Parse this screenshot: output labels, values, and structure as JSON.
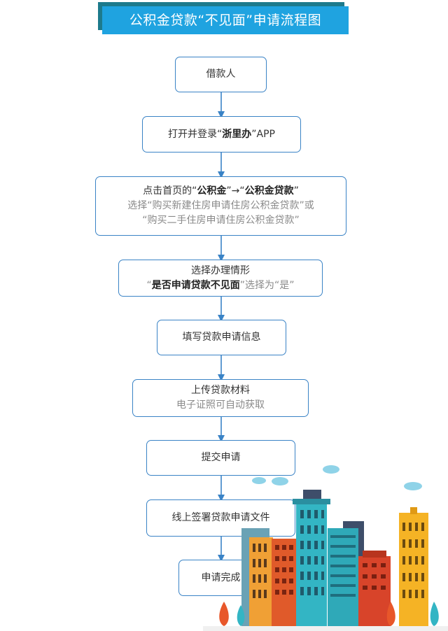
{
  "title": "公积金贷款“不见面”申请流程图",
  "steps": [
    {
      "line1": "借款人"
    },
    {
      "line1_pre": "打开并登录“",
      "line1_bold": "浙里办",
      "line1_post": "”APP"
    },
    {
      "line1_pre": "点击首页的“",
      "line1_bold1": "公积金",
      "line1_mid": "”→“",
      "line1_bold2": "公积金贷款",
      "line1_post": "”",
      "line2": "选择“购买新建住房申请住房公积金贷款”或",
      "line3": "“购买二手住房申请住房公积金贷款”"
    },
    {
      "line1": "选择办理情形",
      "line2_pre": "“",
      "line2_bold": "是否申请贷款不见面",
      "line2_post": "”选择为“是”"
    },
    {
      "line1": "填写贷款申请信息"
    },
    {
      "line1": "上传贷款材料",
      "line2": "电子证照可自动获取"
    },
    {
      "line1": "提交申请"
    },
    {
      "line1": "线上签署贷款申请文件"
    },
    {
      "line1": "申请完成"
    }
  ],
  "colors": {
    "title_bg": "#1fa3e0",
    "title_shadow": "#1d7a8c",
    "node_border": "#3a83c6",
    "arrow": "#3a83c6"
  }
}
